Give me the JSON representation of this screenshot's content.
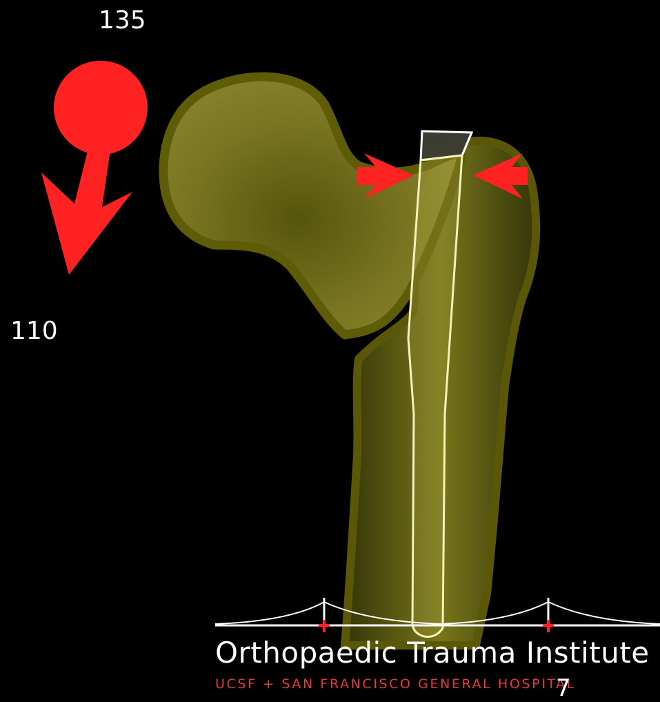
{
  "labels": {
    "top_angle": "135",
    "left_angle": "110"
  },
  "logo": {
    "name": "Orthopaedic Trauma Institute",
    "subtitle": "UCSF + SAN FRANCISCO GENERAL HOSPITAL"
  },
  "slide_number": "7",
  "colors": {
    "background": "#000000",
    "bone_fill": "#7f7a1c",
    "bone_outline": "#5e5c08",
    "force_arrow": "#ff2222",
    "implant_outline": "#f3f2b8",
    "logo_red": "#e63a3a"
  },
  "icons": [
    "force-arrow-icon",
    "compression-arrow-icon",
    "bridge-logo-icon"
  ]
}
